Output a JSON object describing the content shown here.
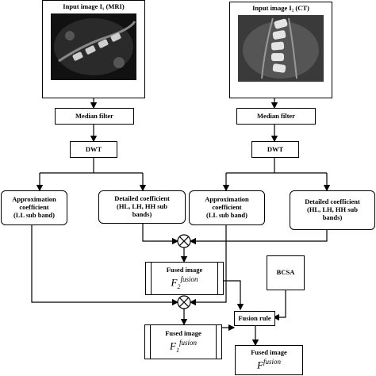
{
  "inputs": [
    {
      "id": "in1",
      "label": "Input image I₁ (MRI)"
    },
    {
      "id": "in2",
      "label": "Input image I₂ (CT)"
    }
  ],
  "left": {
    "median": "Median filter",
    "dwt": "DWT",
    "approx": [
      "Approximation",
      "coefficient",
      "(LL sub band)"
    ],
    "detail": [
      "Detailed coefficient",
      "(HL, LH, HH sub",
      "bands)"
    ]
  },
  "right": {
    "median": "Median filter",
    "dwt": "DWT",
    "approx": [
      "Approximation",
      "coefficient",
      "(LL sub band)"
    ],
    "detail": [
      "Detailed coefficient",
      "(HL, LH, HH sub",
      "bands)"
    ]
  },
  "fused2": {
    "title": "Fused image",
    "symbol_base": "F",
    "symbol_sub": "2",
    "symbol_sup": "fusion"
  },
  "fused1": {
    "title": "Fused image",
    "symbol_base": "F",
    "symbol_sub": "1",
    "symbol_sup": "fusion"
  },
  "fused_final": {
    "title": "Fused image",
    "symbol_base": "F",
    "symbol_sup": "fusion"
  },
  "bcsa": "BCSA",
  "fusion_rule": "Fusion rule",
  "colors": {
    "line": "#000000",
    "background": "#ffffff",
    "scan_dark": "#1a1a1a",
    "scan_light": "#d8d8d8"
  }
}
